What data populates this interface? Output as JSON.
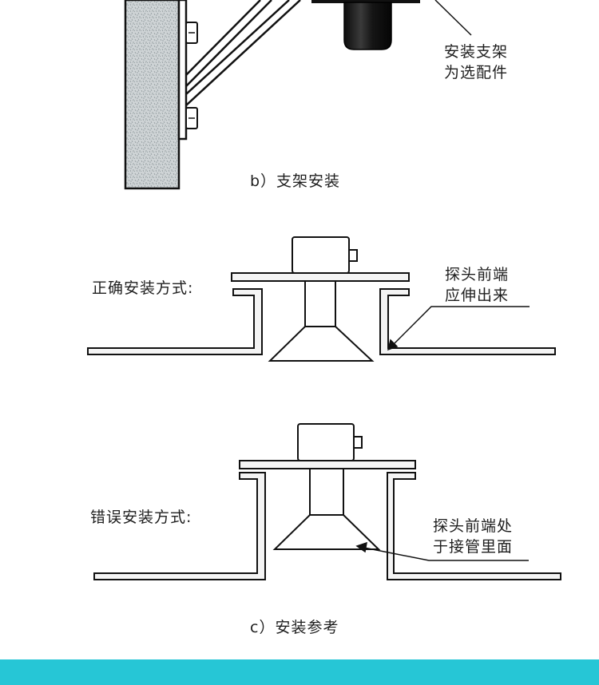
{
  "section_b": {
    "bracket_note_line1": "安装支架",
    "bracket_note_line2": "为选配件",
    "caption": "b）支架安装"
  },
  "section_c": {
    "correct_label": "正确安装方式:",
    "correct_note_line1": "探头前端",
    "correct_note_line2": "应伸出来",
    "wrong_label": "错误安装方式:",
    "wrong_note_line1": "探头前端处",
    "wrong_note_line2": "于接管里面",
    "caption": "c）安装参考"
  },
  "colors": {
    "footer_bar": "#26c6d6",
    "line": "#111111",
    "metal_fill": "#f2f2f2",
    "probe_dark": "#1a1a1a"
  }
}
